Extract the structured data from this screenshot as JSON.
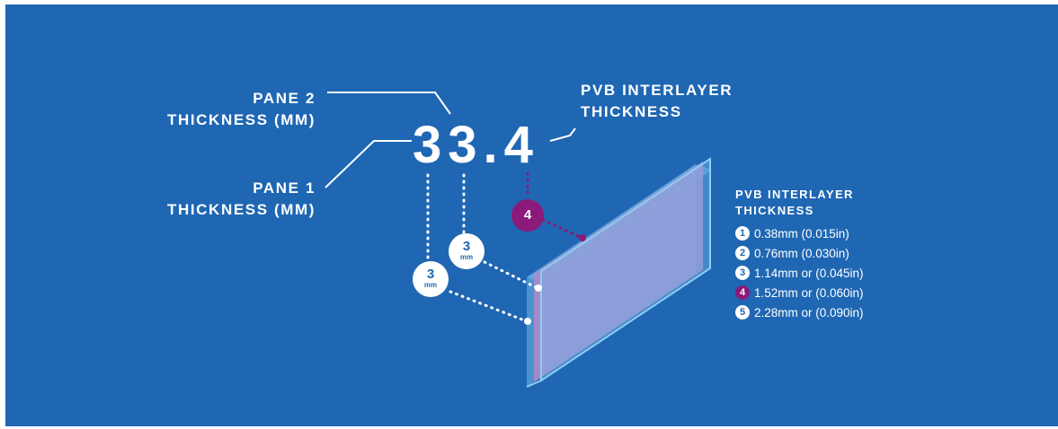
{
  "labels": {
    "pane2": [
      "PANE 2",
      "THICKNESS (MM)"
    ],
    "pane1": [
      "PANE 1",
      "THICKNESS (MM)"
    ],
    "pvb_top": [
      "PVB INTERLAYER",
      "THICKNESS"
    ],
    "big_value": "33.4"
  },
  "badges": {
    "pane2": {
      "value": "3",
      "unit": "mm"
    },
    "pane1": {
      "value": "3",
      "unit": "mm"
    },
    "pvb": "4"
  },
  "legend": {
    "title": [
      "PVB INTERLAYER",
      "THICKNESS"
    ],
    "items": [
      {
        "num": "1",
        "text": "0.38mm (0.015in)"
      },
      {
        "num": "2",
        "text": "0.76mm (0.030in)"
      },
      {
        "num": "3",
        "text": "1.14mm or (0.045in)"
      },
      {
        "num": "4",
        "text": "1.52mm or (0.060in)"
      },
      {
        "num": "5",
        "text": "2.28mm or (0.090in)"
      }
    ],
    "highlight_index": 3
  },
  "colors": {
    "background": "#1f67b3",
    "accent": "#8c1a7a",
    "glass": "#6fb6ea",
    "interlayer": "#b28ac9"
  }
}
